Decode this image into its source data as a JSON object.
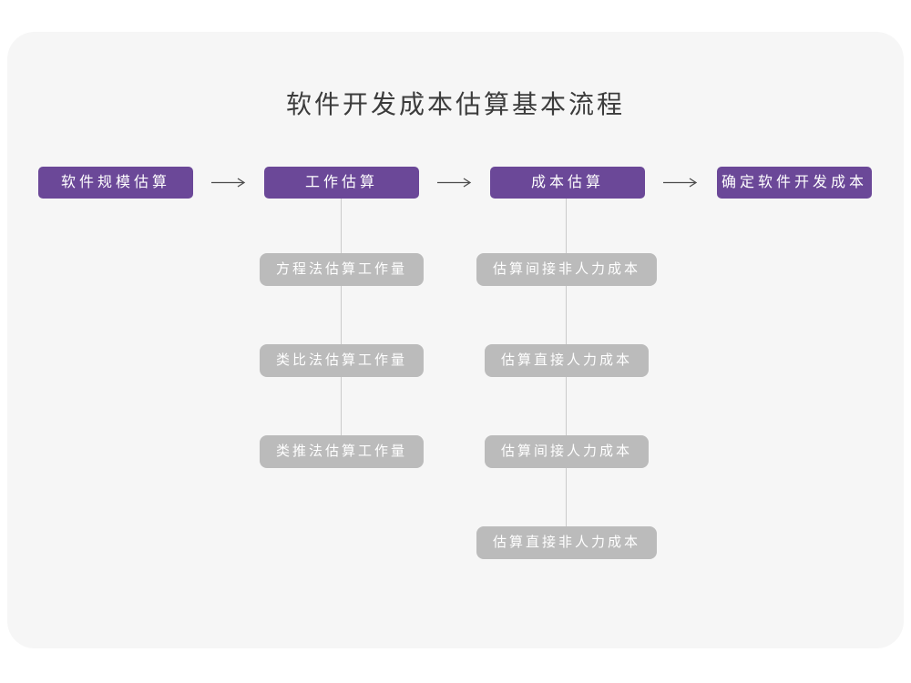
{
  "page": {
    "title": "软件开发成本估算基本流程"
  },
  "colors": {
    "stage_box": "#6b4898",
    "sub_box": "#bbbbbb",
    "card_background": "#f6f6f6",
    "connector_line": "#cbcbcb",
    "arrow": "#4d4d4d",
    "title_text": "#3c3c3c",
    "box_text": "#ffffff"
  },
  "flow": {
    "stages": [
      {
        "label": "软件规模估算"
      },
      {
        "label": "工作估算"
      },
      {
        "label": "成本估算"
      },
      {
        "label": "确定软件开发成本"
      }
    ],
    "work_methods": [
      "方程法估算工作量",
      "类比法估算工作量",
      "类推法估算工作量"
    ],
    "cost_items": [
      "估算间接非人力成本",
      "估算直接人力成本",
      "估算间接人力成本",
      "估算直接非人力成本"
    ]
  }
}
